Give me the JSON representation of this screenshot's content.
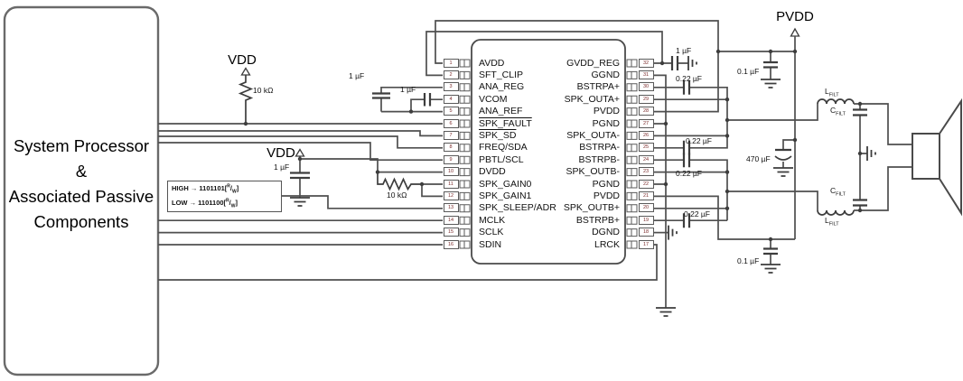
{
  "processor": {
    "lines": [
      "System Processor",
      "&",
      "Associated Passive",
      "Components"
    ]
  },
  "ic": {
    "left_pins": [
      {
        "num": "1",
        "name": "AVDD"
      },
      {
        "num": "2",
        "name": "SFT_CLIP"
      },
      {
        "num": "3",
        "name": "ANA_REG"
      },
      {
        "num": "4",
        "name": "VCOM"
      },
      {
        "num": "5",
        "name": "ANA_REF"
      },
      {
        "num": "6",
        "name": "SPK_FAULT"
      },
      {
        "num": "7",
        "name": "SPK_SD"
      },
      {
        "num": "8",
        "name": "FREQ/SDA"
      },
      {
        "num": "9",
        "name": "PBTL/SCL"
      },
      {
        "num": "10",
        "name": "DVDD"
      },
      {
        "num": "11",
        "name": "SPK_GAIN0"
      },
      {
        "num": "12",
        "name": "SPK_GAIN1"
      },
      {
        "num": "13",
        "name": "SPK_SLEEP/ADR"
      },
      {
        "num": "14",
        "name": "MCLK"
      },
      {
        "num": "15",
        "name": "SCLK"
      },
      {
        "num": "16",
        "name": "SDIN"
      }
    ],
    "right_pins": [
      {
        "num": "32",
        "name": "GVDD_REG"
      },
      {
        "num": "31",
        "name": "GGND"
      },
      {
        "num": "30",
        "name": "BSTRPA+"
      },
      {
        "num": "29",
        "name": "SPK_OUTA+"
      },
      {
        "num": "28",
        "name": "PVDD"
      },
      {
        "num": "27",
        "name": "PGND"
      },
      {
        "num": "26",
        "name": "SPK_OUTA-"
      },
      {
        "num": "25",
        "name": "BSTRPA-"
      },
      {
        "num": "24",
        "name": "BSTRPB-"
      },
      {
        "num": "23",
        "name": "SPK_OUTB-"
      },
      {
        "num": "22",
        "name": "PGND"
      },
      {
        "num": "21",
        "name": "PVDD"
      },
      {
        "num": "20",
        "name": "SPK_OUTB+"
      },
      {
        "num": "19",
        "name": "BSTRPB+"
      },
      {
        "num": "18",
        "name": "DGND"
      },
      {
        "num": "17",
        "name": "LRCK"
      }
    ]
  },
  "labels": {
    "vdd_pullup": "VDD",
    "vdd_dvdd": "VDD",
    "pvdd": "PVDD",
    "r_pullup": "10 kΩ",
    "r_gain": "10 kΩ",
    "c_ana_reg": "1 µF",
    "c_vcom": "1 µF",
    "c_dvdd": "1 µF",
    "c_gvdd": "1 µF",
    "c_bstrpa_plus": "0.22 µF",
    "c_bstrpa_minus": "0.22 µF",
    "c_bstrpb_minus": "0.22 µF",
    "c_bstrpb_plus": "0.22 µF",
    "c_pvdd_top": "0.1 µF",
    "c_pvdd_bottom": "0.1 µF",
    "c_bulk": "470 µF",
    "l_filt": "L",
    "c_filt": "C",
    "filt_sub": "FILT"
  },
  "adr_box": {
    "high_prefix": "HIGH → 1101101[",
    "low_prefix": "LOW → 1101100[",
    "sup": "R",
    "slash": "/",
    "sub": "W",
    "close": "]"
  }
}
